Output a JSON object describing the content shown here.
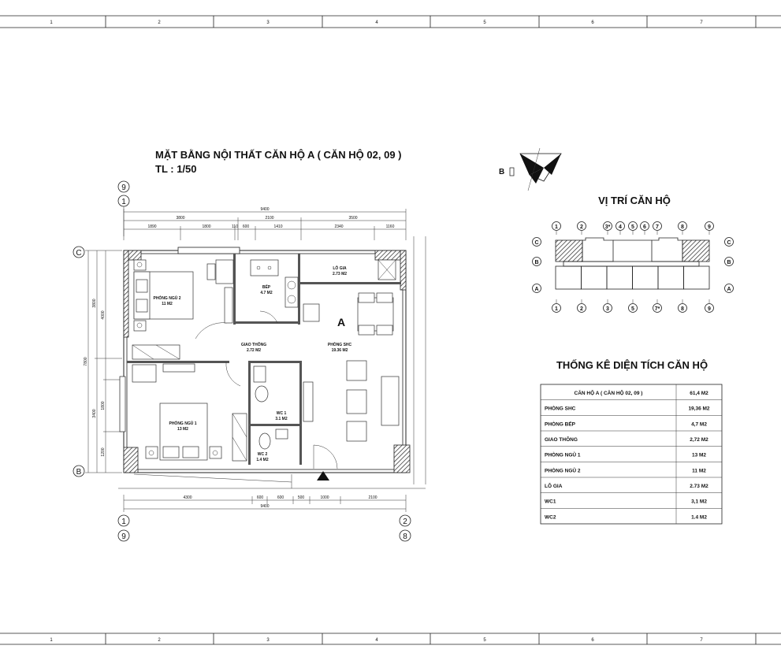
{
  "frame": {
    "columns": [
      "1",
      "2",
      "3",
      "4",
      "5",
      "6",
      "7"
    ]
  },
  "plan": {
    "title": "MẶT BẰNG NỘI THẤT CĂN HỘ A ( CĂN HỘ 02, 09 )",
    "scale": "TL : 1/50",
    "unit_label": "A",
    "grid_top_left": [
      "9",
      "1"
    ],
    "grid_bottom_left": [
      "1",
      "9"
    ],
    "grid_bottom_right": [
      "2",
      "8"
    ],
    "grid_rows": [
      "C",
      "B"
    ],
    "dims_top_total": "9400",
    "dims_top_mid": [
      "3800",
      "2100",
      "3500"
    ],
    "dims_top_detail": [
      "1890",
      "1800",
      "110",
      "600",
      "1410",
      "2340",
      "1160"
    ],
    "dims_left_total": "7800",
    "dims_left_mid": [
      "3800",
      "3400"
    ],
    "dims_left_detail": [
      "4000",
      "1800",
      "1200"
    ],
    "dims_bottom_detail": [
      "4300",
      "600",
      "600",
      "500",
      "1000",
      "2100"
    ],
    "dims_bottom_total": "9400",
    "rooms": {
      "bedroom2": {
        "name": "PHÒNG NGỦ 2",
        "area": "11 M2"
      },
      "kitchen": {
        "name": "BẾP",
        "area": "4.7 M2"
      },
      "loggia": {
        "name": "LÔ GIA",
        "area": "2.73 M2"
      },
      "corridor": {
        "name": "GIAO THÔNG",
        "area": "2.72 M2"
      },
      "living": {
        "name": "PHÒNG SHC",
        "area": "19.36 M2"
      },
      "bedroom1": {
        "name": "PHÒNG NGỦ 1",
        "area": "13 M2"
      },
      "wc1": {
        "name": "WC 1",
        "area": "3.1 M2"
      },
      "wc2": {
        "name": "WC 2",
        "area": "1.4 M2"
      }
    }
  },
  "location": {
    "compass_label": "B",
    "title": "VỊ TRÍ CĂN HỘ",
    "top_axes": [
      "1",
      "2",
      "3*",
      "4",
      "5",
      "6",
      "7",
      "8",
      "9"
    ],
    "bottom_axes": [
      "1",
      "2",
      "3",
      "5",
      "7*",
      "8",
      "9"
    ],
    "rows": [
      "C",
      "B",
      "A"
    ]
  },
  "stats": {
    "title": "THỐNG KÊ DIỆN TÍCH CĂN HỘ",
    "rows": [
      {
        "label": "CĂN HỘ A ( CĂN HỘ 02, 09 )",
        "value": "61,4 M2"
      },
      {
        "label": "PHÒNG SHC",
        "value": "19,36 M2"
      },
      {
        "label": "PHÒNG BẾP",
        "value": "4,7 M2"
      },
      {
        "label": "GIAO THÔNG",
        "value": "2,72 M2"
      },
      {
        "label": "PHÒNG NGỦ 1",
        "value": "13 M2"
      },
      {
        "label": "PHÒNG NGỦ 2",
        "value": "11 M2"
      },
      {
        "label": "LÔ GIA",
        "value": "2.73 M2"
      },
      {
        "label": "WC1",
        "value": "3,1 M2"
      },
      {
        "label": "WC2",
        "value": "1.4 M2"
      }
    ]
  },
  "colors": {
    "line": "#222222",
    "background": "#ffffff"
  }
}
